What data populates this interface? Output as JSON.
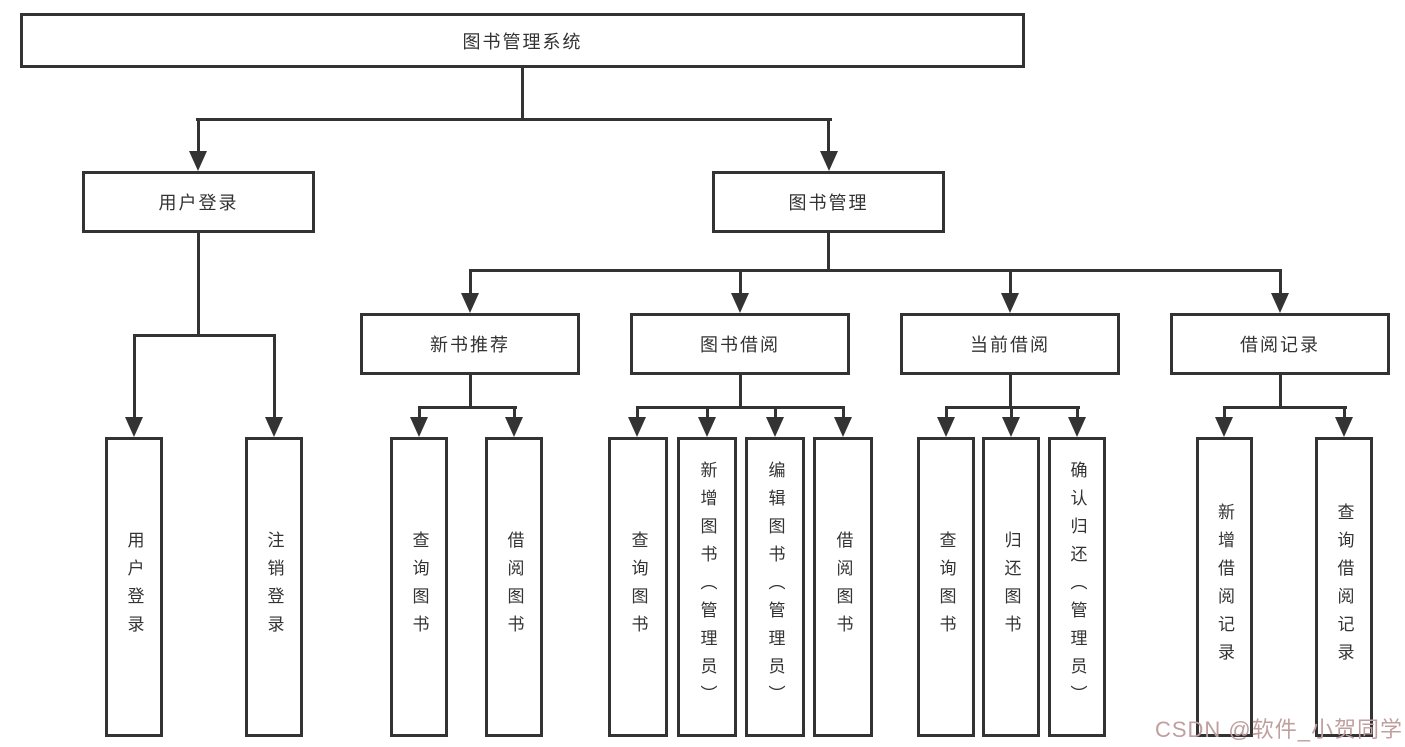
{
  "diagram": {
    "type": "hierarchy-tree",
    "root": {
      "label": "图书管理系统",
      "children": [
        {
          "label": "用户登录",
          "children": [
            {
              "label": "用户登录"
            },
            {
              "label": "注销登录"
            }
          ]
        },
        {
          "label": "图书管理",
          "children": [
            {
              "label": "新书推荐",
              "children": [
                {
                  "label": "查询图书"
                },
                {
                  "label": "借阅图书"
                }
              ]
            },
            {
              "label": "图书借阅",
              "children": [
                {
                  "label": "查询图书"
                },
                {
                  "label": "新增图书（管理员）"
                },
                {
                  "label": "编辑图书（管理员）"
                },
                {
                  "label": "借阅图书"
                }
              ]
            },
            {
              "label": "当前借阅",
              "children": [
                {
                  "label": "查询图书"
                },
                {
                  "label": "归还图书"
                },
                {
                  "label": "确认归还（管理员）"
                }
              ]
            },
            {
              "label": "借阅记录",
              "children": [
                {
                  "label": "新增借阅记录"
                },
                {
                  "label": "查询借阅记录"
                }
              ]
            }
          ]
        }
      ]
    },
    "watermark": "CSDN @软件_小贺同学",
    "colors": {
      "line": "#333333",
      "box_border": "#333333",
      "text": "#333333",
      "background": "#ffffff",
      "watermark": "#c09f9f"
    }
  }
}
